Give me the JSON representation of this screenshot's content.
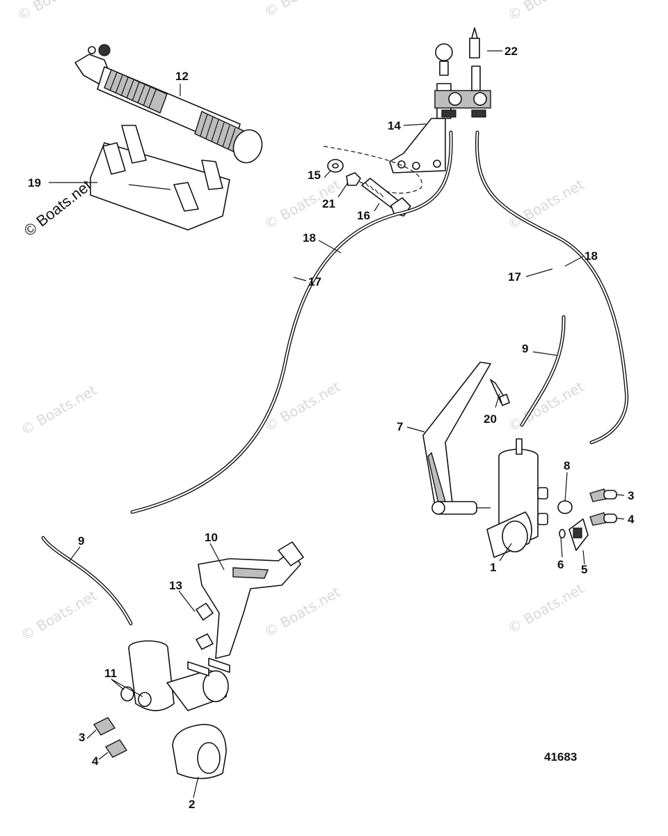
{
  "diagram": {
    "figure_number": "41683",
    "watermark_text": "© Boats.net",
    "callouts": [
      {
        "id": "c1",
        "label": "1"
      },
      {
        "id": "c2",
        "label": "2"
      },
      {
        "id": "c3a",
        "label": "3"
      },
      {
        "id": "c3b",
        "label": "3"
      },
      {
        "id": "c4a",
        "label": "4"
      },
      {
        "id": "c4b",
        "label": "4"
      },
      {
        "id": "c5",
        "label": "5"
      },
      {
        "id": "c6",
        "label": "6"
      },
      {
        "id": "c7",
        "label": "7"
      },
      {
        "id": "c8",
        "label": "8"
      },
      {
        "id": "c9a",
        "label": "9"
      },
      {
        "id": "c9b",
        "label": "9"
      },
      {
        "id": "c10",
        "label": "10"
      },
      {
        "id": "c11",
        "label": "11"
      },
      {
        "id": "c12",
        "label": "12"
      },
      {
        "id": "c13",
        "label": "13"
      },
      {
        "id": "c14",
        "label": "14"
      },
      {
        "id": "c15",
        "label": "15"
      },
      {
        "id": "c16",
        "label": "16"
      },
      {
        "id": "c17a",
        "label": "17"
      },
      {
        "id": "c17b",
        "label": "17"
      },
      {
        "id": "c18a",
        "label": "18"
      },
      {
        "id": "c18b",
        "label": "18"
      },
      {
        "id": "c19",
        "label": "19"
      },
      {
        "id": "c20",
        "label": "20"
      },
      {
        "id": "c21",
        "label": "21"
      },
      {
        "id": "c22",
        "label": "22"
      }
    ]
  }
}
